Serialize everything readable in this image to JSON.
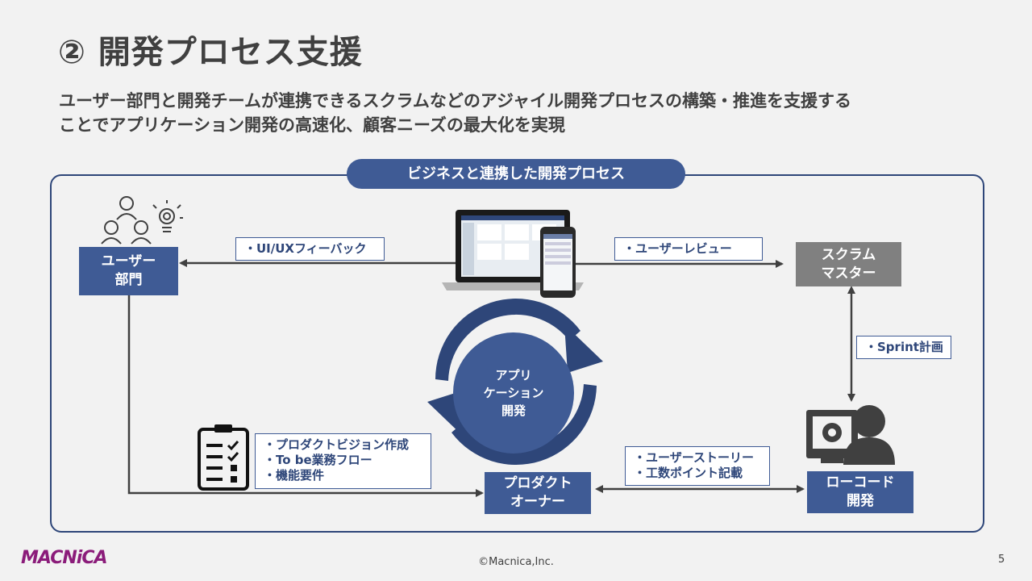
{
  "slide": {
    "title": "② 開発プロセス支援",
    "subtitle_line1": "ユーザー部門と開発チームが連携できるスクラムなどのアジャイル開発プロセスの構築・推進を支援する",
    "subtitle_line2": "ことでアプリケーション開発の高速化、顧客ニーズの最大化を実現",
    "page_number": "5",
    "copyright": "©Macnica,Inc.",
    "logo_text": "MACNiCA"
  },
  "diagram": {
    "banner": "ビジネスと連携した開発プロセス",
    "user_dept": {
      "line1": "ユーザー",
      "line2": "部門"
    },
    "scrum_master": {
      "line1": "スクラム",
      "line2": "マスター"
    },
    "product_owner": {
      "line1": "プロダクト",
      "line2": "オーナー"
    },
    "lowcode": {
      "line1": "ローコード",
      "line2": "開発"
    },
    "center": {
      "line1": "アプリ",
      "line2": "ケーション",
      "line3": "開発"
    },
    "label_feedback": "・UI/UXフィーバック",
    "label_review": "・ユーザーレビュー",
    "label_sprint": "・Sprint計画",
    "label_vision": [
      "・プロダクトビジョン作成",
      "・To be業務フロー",
      "・機能要件"
    ],
    "label_story": [
      "・ユーザーストーリー",
      "・工数ポイント記載"
    ]
  },
  "icons": [
    "users-lightbulb-icon",
    "laptop-phone-icon",
    "cycle-arrows-icon",
    "checklist-icon",
    "developer-gear-icon"
  ],
  "colors": {
    "navy": "#3f5b95",
    "dark_navy": "#2e4679",
    "gray_box": "#808080",
    "logo": "#8b1c7a"
  }
}
